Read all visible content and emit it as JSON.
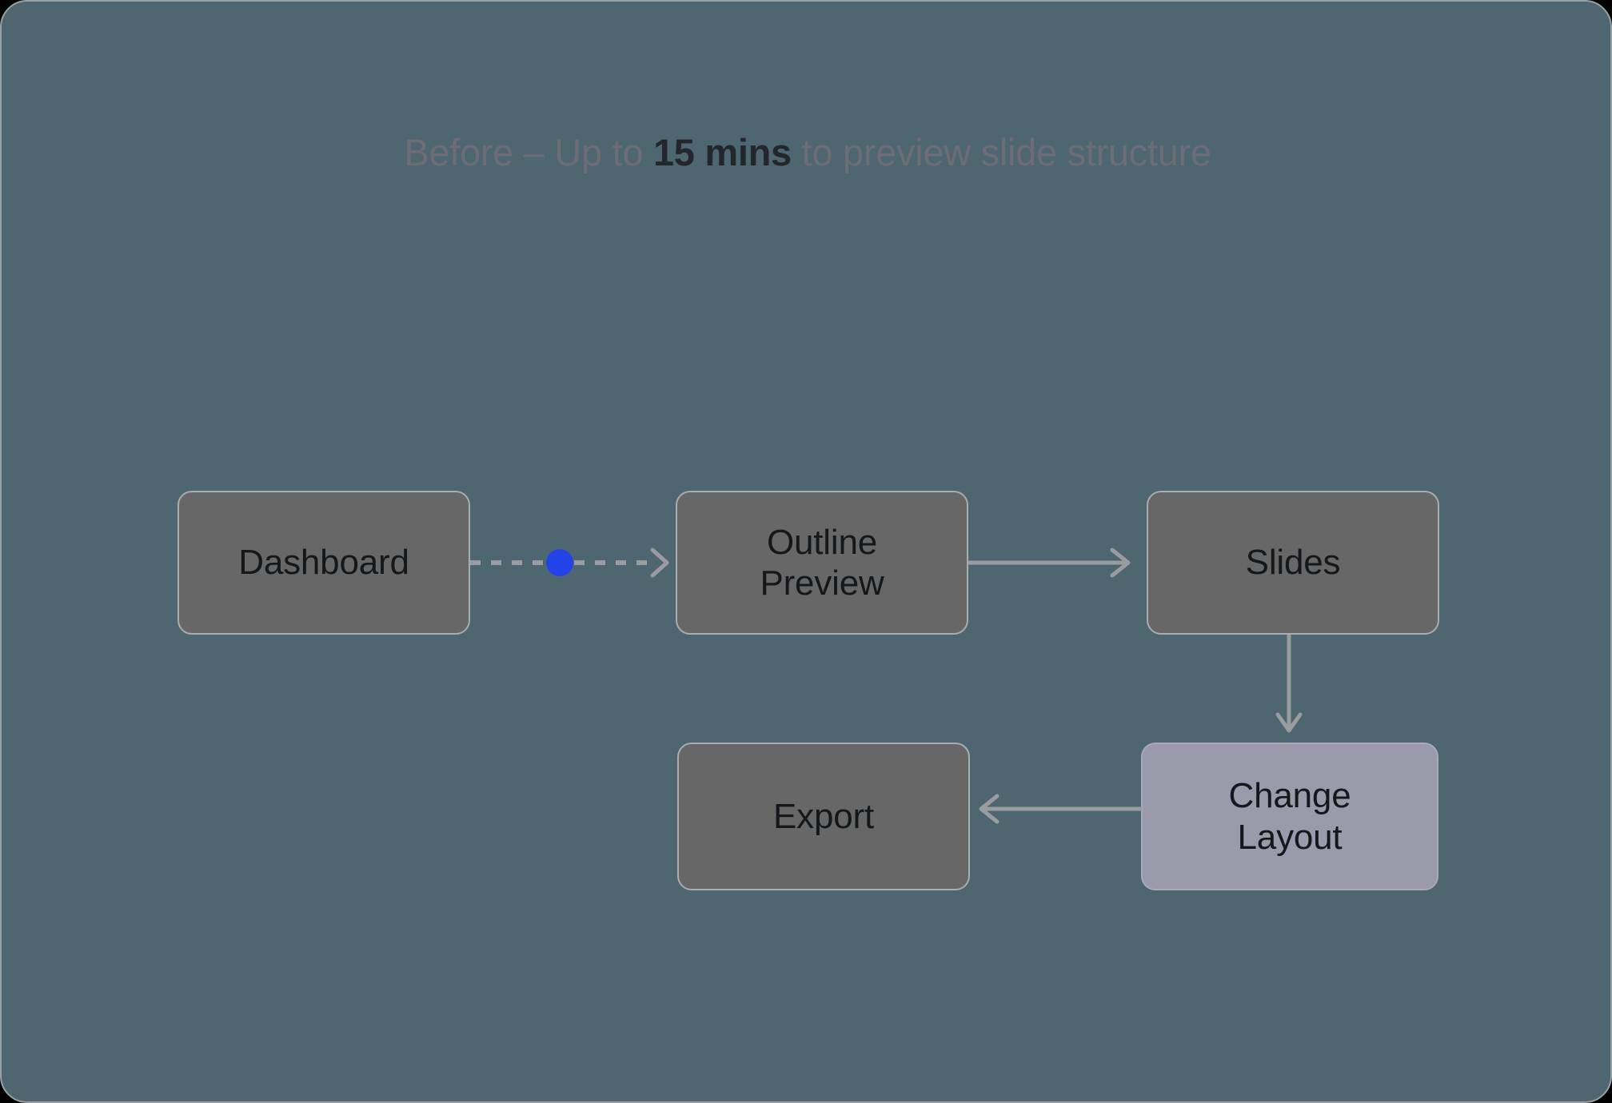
{
  "canvas": {
    "background_color": "#4d6670",
    "border_color": "#9aa0a3"
  },
  "title": {
    "prefix": "Before – Up to ",
    "emphasis": "15 mins",
    "suffix": " to preview slide structure",
    "muted_color": "#6d6d75",
    "emphasis_color": "#23262b"
  },
  "flow": {
    "node_fill": "#676767",
    "node_border": "#a9adb0",
    "node_text_color": "#15181b",
    "highlight_fill": "#9a9aab",
    "edge_color": "#9a9d9f",
    "marker_dot_color": "#2342e8",
    "nodes": [
      {
        "id": "dashboard",
        "label": "Dashboard",
        "highlighted": false
      },
      {
        "id": "outline-preview",
        "label_line1": "Outline",
        "label_line2": "Preview",
        "highlighted": false
      },
      {
        "id": "slides",
        "label": "Slides",
        "highlighted": false
      },
      {
        "id": "change-layout",
        "label_line1": "Change",
        "label_line2": "Layout",
        "highlighted": true
      },
      {
        "id": "export",
        "label": "Export",
        "highlighted": false
      }
    ],
    "edges": [
      {
        "from": "dashboard",
        "to": "outline-preview",
        "style": "dotted",
        "direction": "right",
        "has_dot": true
      },
      {
        "from": "outline-preview",
        "to": "slides",
        "style": "solid",
        "direction": "right",
        "has_dot": false
      },
      {
        "from": "slides",
        "to": "change-layout",
        "style": "solid",
        "direction": "down",
        "has_dot": false
      },
      {
        "from": "change-layout",
        "to": "export",
        "style": "solid",
        "direction": "left",
        "has_dot": false
      }
    ]
  }
}
